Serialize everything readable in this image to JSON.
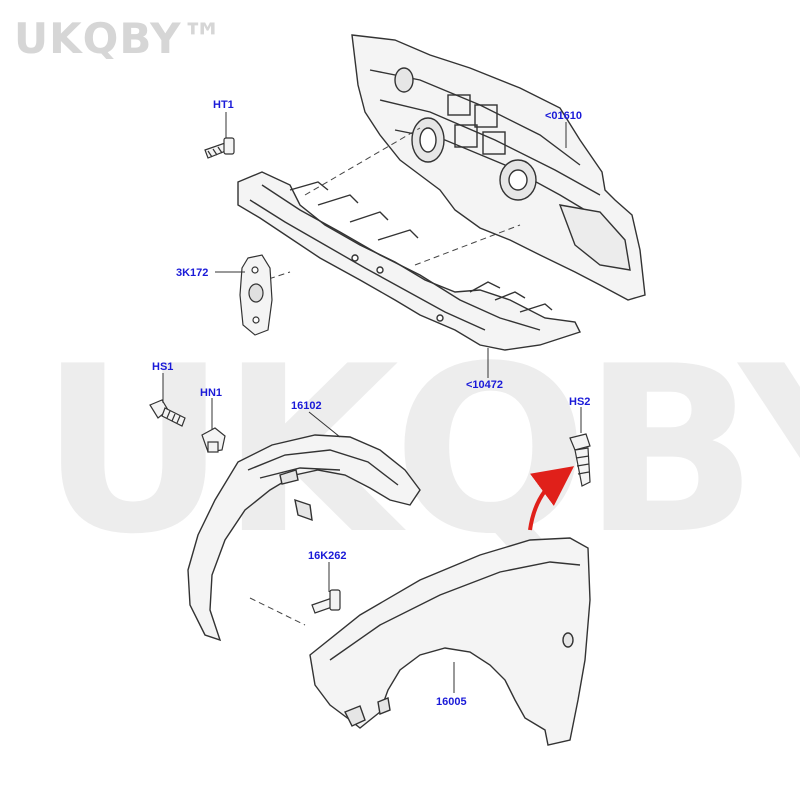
{
  "watermark": {
    "corner": "UKQBY™",
    "center": "UKQBY™"
  },
  "colors": {
    "label": "#1a1ad8",
    "line": "#333333",
    "part_fill": "#f4f4f4",
    "arrow": "#e0201a"
  },
  "callouts": [
    {
      "id": "ht1",
      "text": "HT1"
    },
    {
      "id": "01610",
      "text": "<01610"
    },
    {
      "id": "3k172",
      "text": "3K172"
    },
    {
      "id": "hs1",
      "text": "HS1"
    },
    {
      "id": "10472",
      "text": "<10472"
    },
    {
      "id": "hn1",
      "text": "HN1"
    },
    {
      "id": "16102",
      "text": "16102"
    },
    {
      "id": "hs2",
      "text": "HS2"
    },
    {
      "id": "16k262",
      "text": "16K262"
    },
    {
      "id": "16005",
      "text": "16005"
    }
  ]
}
